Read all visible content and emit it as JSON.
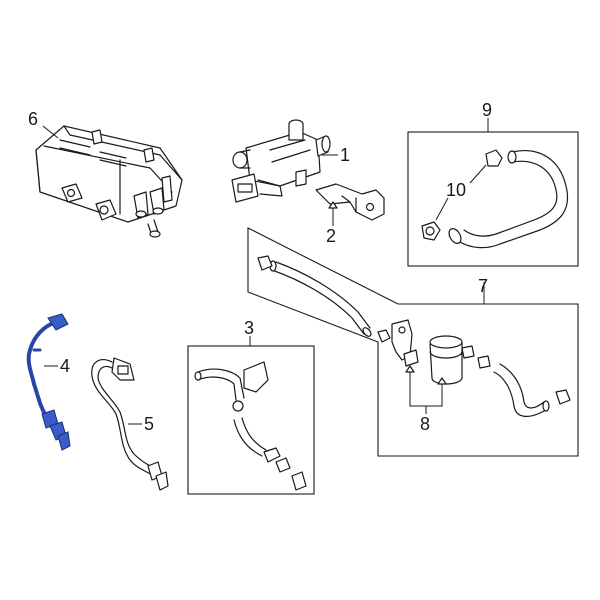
{
  "callouts": [
    {
      "id": "1",
      "label": "1"
    },
    {
      "id": "2",
      "label": "2"
    },
    {
      "id": "3",
      "label": "3"
    },
    {
      "id": "4",
      "label": "4"
    },
    {
      "id": "5",
      "label": "5"
    },
    {
      "id": "6",
      "label": "6"
    },
    {
      "id": "7",
      "label": "7"
    },
    {
      "id": "8",
      "label": "8"
    },
    {
      "id": "9",
      "label": "9"
    },
    {
      "id": "10",
      "label": "10"
    }
  ],
  "highlighted_part": "4",
  "colors": {
    "line": "#1a1a1a",
    "highlight": "#2a45a8",
    "background": "#ffffff"
  }
}
